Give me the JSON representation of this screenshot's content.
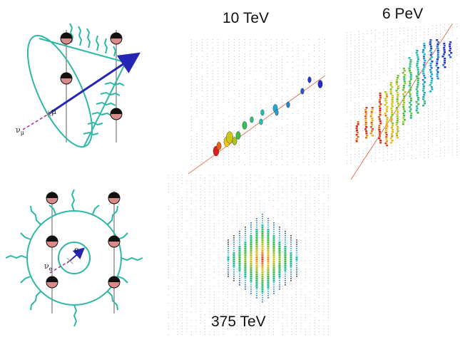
{
  "labels": {
    "event_track": "10 TeV",
    "event_track_high": "6 PeV",
    "event_cascade": "375 TeV"
  },
  "diagram_labels": {
    "nu_mu": "ν",
    "nu_mu_sub": "μ",
    "muon": "μ",
    "nu_e": "ν",
    "nu_e_sub": "e",
    "electron": "e"
  },
  "colors": {
    "cherenkov": "#2fb8a8",
    "track_arrow": "#2626b4",
    "neutrino": "#a030a0",
    "string": "#777777",
    "dom_top": "#111111",
    "dom_bottom": "#d98a8a",
    "event_line": "#e07a5a",
    "grid_dots": "#9a9a9a"
  },
  "icons": [
    "optical-module-icon",
    "neutrino-arrow-icon",
    "cherenkov-cone-icon"
  ]
}
